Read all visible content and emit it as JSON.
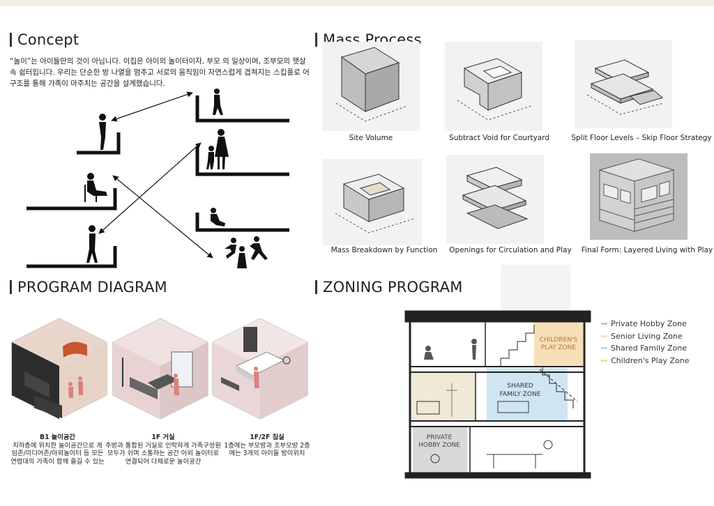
{
  "concept": {
    "title": "Concept",
    "text": "“놀이”는 아이들만의 것이 아닙니다. 이집은 아이의 놀이터이자, 부모 의 일상이며, 조부모의 햇살 속 쉼터입니다. 우리는 단순한 방 나열을 멈추고 서로의 움직임이 자연스럽게 겹쳐지는 스킵플로 어 구조를 통해 가족이 마주치는 공간을 설계했습니다."
  },
  "mass_process": {
    "title": "Mass Process",
    "steps": [
      {
        "label": "Site Volume"
      },
      {
        "label": "Subtract Void for Courtyard"
      },
      {
        "label": "Split Floor Levels – Skip Floor Strategy"
      },
      {
        "label": "Mass Breakdown by Function"
      },
      {
        "label": "Openings for Circulation and Play"
      },
      {
        "label": "Final Form: Layered Living with Play"
      }
    ]
  },
  "program_diagram": {
    "title": "PROGRAM DIAGRAM",
    "rooms": [
      {
        "title": "B1 놀이공간",
        "desc": "지하층에 위치한 놀이공간으로 게임존/미디어존/아외놀이터 등 모든 연령대의 가족이 함께 즐길 수 있는"
      },
      {
        "title": "1F 거실",
        "desc": "주방과 통합된 거실로 인락하게 가족구성원 모두가 쉬며 소통하는 공간 아외 놀이터로 연결되어 다채로운 놀이공간"
      },
      {
        "title": "1F/2F 침실",
        "desc": "1층에는 부모방과 조부모방 2층에는 3개의 아이들 방이위치"
      }
    ]
  },
  "zoning_program": {
    "title": "ZONING PROGRAM",
    "zones": {
      "children": "CHILDREN'S PLAY ZONE",
      "shared": "SHARED FAMILY ZONE",
      "private": "PRIVATE HOBBY ZONE"
    },
    "legend": [
      {
        "label": "Private Hobby Zone",
        "color": "#c8c8c8"
      },
      {
        "label": "Senior Living Zone",
        "color": "#eee6cf"
      },
      {
        "label": "Shared Family Zone",
        "color": "#bcdcec"
      },
      {
        "label": "Children's Play Zone",
        "color": "#f3d9b0"
      }
    ]
  }
}
